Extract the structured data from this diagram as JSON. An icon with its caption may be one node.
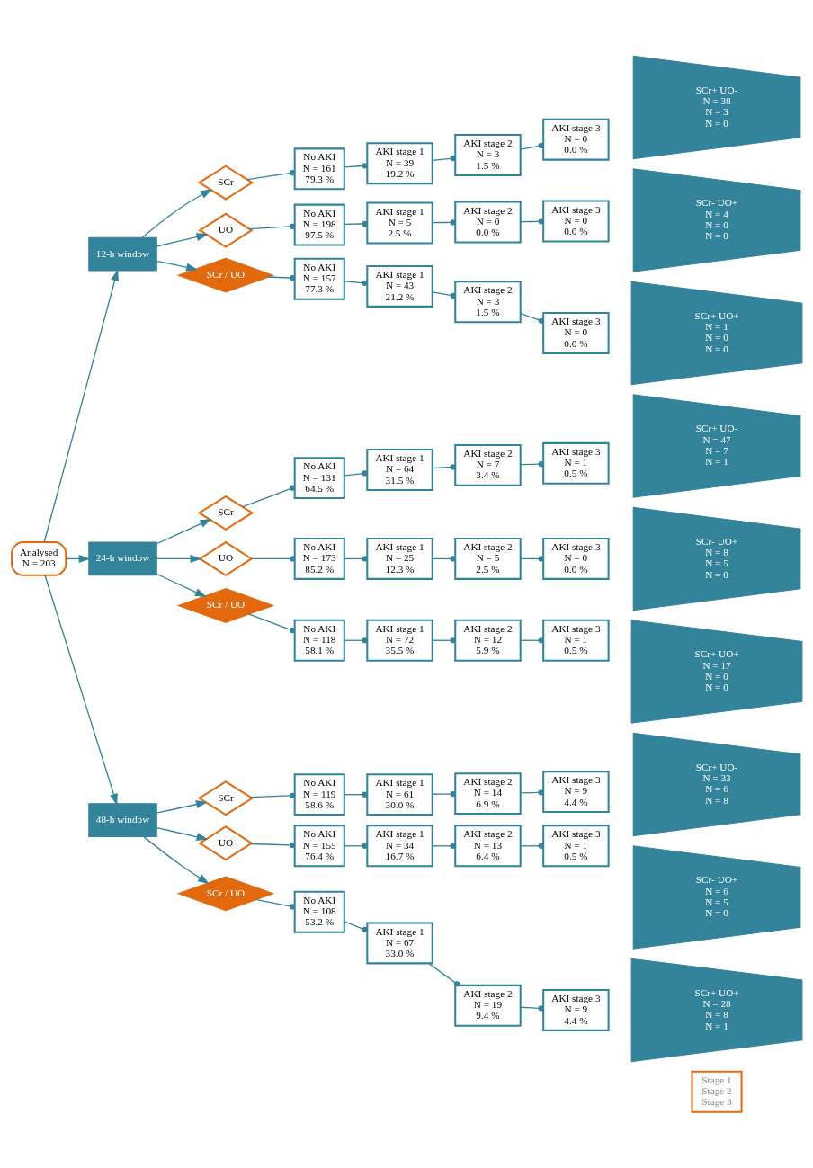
{
  "diagram": {
    "nodes": [
      {
        "text": [
          "Analysed",
          "N = 203"
        ]
      },
      {
        "text": [
          "12-h window"
        ]
      },
      {
        "text": [
          "SCr"
        ]
      },
      {
        "text": [
          "No AKI",
          "N = 161",
          "79.3 %"
        ]
      },
      {
        "text": [
          "AKI stage 1",
          "N = 39",
          "19.2 %"
        ]
      },
      {
        "text": [
          "AKI stage 2",
          "N = 3",
          "1.5 %"
        ]
      },
      {
        "text": [
          "AKI stage 3",
          "N = 0",
          "0.0 %"
        ]
      },
      {
        "text": [
          "SCr+ UO-",
          "N = 38",
          "N = 3",
          "N = 0"
        ]
      },
      {
        "text": [
          "UO"
        ]
      },
      {
        "text": [
          "No AKI",
          "N = 198",
          "97.5 %"
        ]
      },
      {
        "text": [
          "AKI stage 1",
          "N = 5",
          "2.5 %"
        ]
      },
      {
        "text": [
          "AKI stage 2",
          "N = 0",
          "0.0 %"
        ]
      },
      {
        "text": [
          "AKI stage 3",
          "N = 0",
          "0.0 %"
        ]
      },
      {
        "text": [
          "SCr- UO+",
          "N = 4",
          "N = 0",
          "N = 0"
        ]
      },
      {
        "text": [
          "SCr / UO"
        ]
      },
      {
        "text": [
          "No AKI",
          "N = 157",
          "77.3 %"
        ]
      },
      {
        "text": [
          "AKI stage 1",
          "N = 43",
          "21.2 %"
        ]
      },
      {
        "text": [
          "AKI stage 2",
          "N = 3",
          "1.5 %"
        ]
      },
      {
        "text": [
          "AKI stage 3",
          "N = 0",
          "0.0 %"
        ]
      },
      {
        "text": [
          "SCr+ UO+",
          "N = 1",
          "N = 0",
          "N = 0"
        ]
      },
      {
        "text": [
          "24-h window"
        ]
      },
      {
        "text": [
          "SCr"
        ]
      },
      {
        "text": [
          "No AKI",
          "N = 131",
          "64.5 %"
        ]
      },
      {
        "text": [
          "AKI stage 1",
          "N = 64",
          "31.5 %"
        ]
      },
      {
        "text": [
          "AKI stage 2",
          "N = 7",
          "3.4 %"
        ]
      },
      {
        "text": [
          "AKI stage 3",
          "N = 1",
          "0.5 %"
        ]
      },
      {
        "text": [
          "SCr+ UO-",
          "N = 47",
          "N = 7",
          "N = 1"
        ]
      },
      {
        "text": [
          "UO"
        ]
      },
      {
        "text": [
          "No AKI",
          "N = 173",
          "85.2 %"
        ]
      },
      {
        "text": [
          "AKI stage 1",
          "N = 25",
          "12.3 %"
        ]
      },
      {
        "text": [
          "AKI stage 2",
          "N = 5",
          "2.5 %"
        ]
      },
      {
        "text": [
          "AKI stage 3",
          "N = 0",
          "0.0 %"
        ]
      },
      {
        "text": [
          "SCr- UO+",
          "N = 8",
          "N = 5",
          "N = 0"
        ]
      },
      {
        "text": [
          "SCr / UO"
        ]
      },
      {
        "text": [
          "No AKI",
          "N = 118",
          "58.1 %"
        ]
      },
      {
        "text": [
          "AKI stage 1",
          "N = 72",
          "35.5 %"
        ]
      },
      {
        "text": [
          "AKI stage 2",
          "N = 12",
          "5.9 %"
        ]
      },
      {
        "text": [
          "AKI stage 3",
          "N = 1",
          "0.5 %"
        ]
      },
      {
        "text": [
          "SCr+ UO+",
          "N = 17",
          "N = 0",
          "N = 0"
        ]
      },
      {
        "text": [
          "48-h window"
        ]
      },
      {
        "text": [
          "SCr"
        ]
      },
      {
        "text": [
          "No AKI",
          "N = 119",
          "58.6 %"
        ]
      },
      {
        "text": [
          "AKI stage 1",
          "N = 61",
          "30.0 %"
        ]
      },
      {
        "text": [
          "AKI stage 2",
          "N = 14",
          "6.9 %"
        ]
      },
      {
        "text": [
          "AKI stage 3",
          "N = 9",
          "4.4 %"
        ]
      },
      {
        "text": [
          "SCr+ UO-",
          "N = 33",
          "N = 6",
          "N = 8"
        ]
      },
      {
        "text": [
          "UO"
        ]
      },
      {
        "text": [
          "No AKI",
          "N = 155",
          "76.4 %"
        ]
      },
      {
        "text": [
          "AKI stage 1",
          "N = 34",
          "16.7 %"
        ]
      },
      {
        "text": [
          "AKI stage 2",
          "N = 13",
          "6.4 %"
        ]
      },
      {
        "text": [
          "AKI stage 3",
          "N = 1",
          "0.5 %"
        ]
      },
      {
        "text": [
          "SCr- UO+",
          "N = 6",
          "N = 5",
          "N = 0"
        ]
      },
      {
        "text": [
          "SCr / UO"
        ]
      },
      {
        "text": [
          "No AKI",
          "N = 108",
          "53.2 %"
        ]
      },
      {
        "text": [
          "AKI stage 1",
          "N = 67",
          "33.0 %"
        ]
      },
      {
        "text": [
          "AKI stage 2",
          "N = 19",
          "9.4 %"
        ]
      },
      {
        "text": [
          "AKI stage 3",
          "N = 9",
          "4.4 %"
        ]
      },
      {
        "text": [
          "SCr+ UO+",
          "N = 28",
          "N = 8",
          "N = 1"
        ]
      },
      {
        "text": [
          "Stage 1",
          "Stage 2",
          "Stage 3"
        ]
      }
    ],
    "edges": [
      {
        "from": 0,
        "to": 1,
        "arrow": "to"
      },
      {
        "from": 1,
        "to": 2,
        "arrow": "to"
      },
      {
        "from": 2,
        "to": 3,
        "arrow": "other"
      },
      {
        "from": 3,
        "to": 4,
        "arrow": "other"
      },
      {
        "from": 4,
        "to": 5,
        "arrow": "other"
      },
      {
        "from": 5,
        "to": 6,
        "arrow": "other"
      },
      {
        "from": 1,
        "to": 8,
        "arrow": "to"
      },
      {
        "from": 8,
        "to": 9,
        "arrow": "other"
      },
      {
        "from": 9,
        "to": 10,
        "arrow": "other"
      },
      {
        "from": 10,
        "to": 11,
        "arrow": "other"
      },
      {
        "from": 11,
        "to": 12,
        "arrow": "other"
      },
      {
        "from": 1,
        "to": 14,
        "arrow": "to"
      },
      {
        "from": 14,
        "to": 15,
        "arrow": "other"
      },
      {
        "from": 15,
        "to": 16,
        "arrow": "other"
      },
      {
        "from": 16,
        "to": 17,
        "arrow": "other"
      },
      {
        "from": 17,
        "to": 18,
        "arrow": "other"
      },
      {
        "from": 0,
        "to": 20,
        "arrow": "to"
      },
      {
        "from": 20,
        "to": 21,
        "arrow": "to"
      },
      {
        "from": 21,
        "to": 22,
        "arrow": "other"
      },
      {
        "from": 22,
        "to": 23,
        "arrow": "other"
      },
      {
        "from": 23,
        "to": 24,
        "arrow": "other"
      },
      {
        "from": 24,
        "to": 25,
        "arrow": "other"
      },
      {
        "from": 20,
        "to": 27,
        "arrow": "to"
      },
      {
        "from": 27,
        "to": 28,
        "arrow": "other"
      },
      {
        "from": 28,
        "to": 29,
        "arrow": "other"
      },
      {
        "from": 29,
        "to": 30,
        "arrow": "other"
      },
      {
        "from": 30,
        "to": 31,
        "arrow": "other"
      },
      {
        "from": 20,
        "to": 33,
        "arrow": "to"
      },
      {
        "from": 33,
        "to": 34,
        "arrow": "other"
      },
      {
        "from": 34,
        "to": 35,
        "arrow": "other"
      },
      {
        "from": 35,
        "to": 36,
        "arrow": "other"
      },
      {
        "from": 36,
        "to": 37,
        "arrow": "other"
      },
      {
        "from": 0,
        "to": 39,
        "arrow": "to"
      },
      {
        "from": 39,
        "to": 40,
        "arrow": "to"
      },
      {
        "from": 40,
        "to": 41,
        "arrow": "other"
      },
      {
        "from": 41,
        "to": 42,
        "arrow": "other"
      },
      {
        "from": 42,
        "to": 43,
        "arrow": "other"
      },
      {
        "from": 43,
        "to": 44,
        "arrow": "other"
      },
      {
        "from": 39,
        "to": 46,
        "arrow": "to"
      },
      {
        "from": 46,
        "to": 47,
        "arrow": "other"
      },
      {
        "from": 47,
        "to": 48,
        "arrow": "other"
      },
      {
        "from": 48,
        "to": 49,
        "arrow": "other"
      },
      {
        "from": 49,
        "to": 50,
        "arrow": "other"
      },
      {
        "from": 39,
        "to": 52,
        "arrow": "to"
      },
      {
        "from": 52,
        "to": 53,
        "arrow": "other"
      },
      {
        "from": 53,
        "to": 54,
        "arrow": "other"
      },
      {
        "from": 54,
        "to": 55,
        "arrow": "other"
      },
      {
        "from": 55,
        "to": 56,
        "arrow": "other"
      }
    ]
  }
}
